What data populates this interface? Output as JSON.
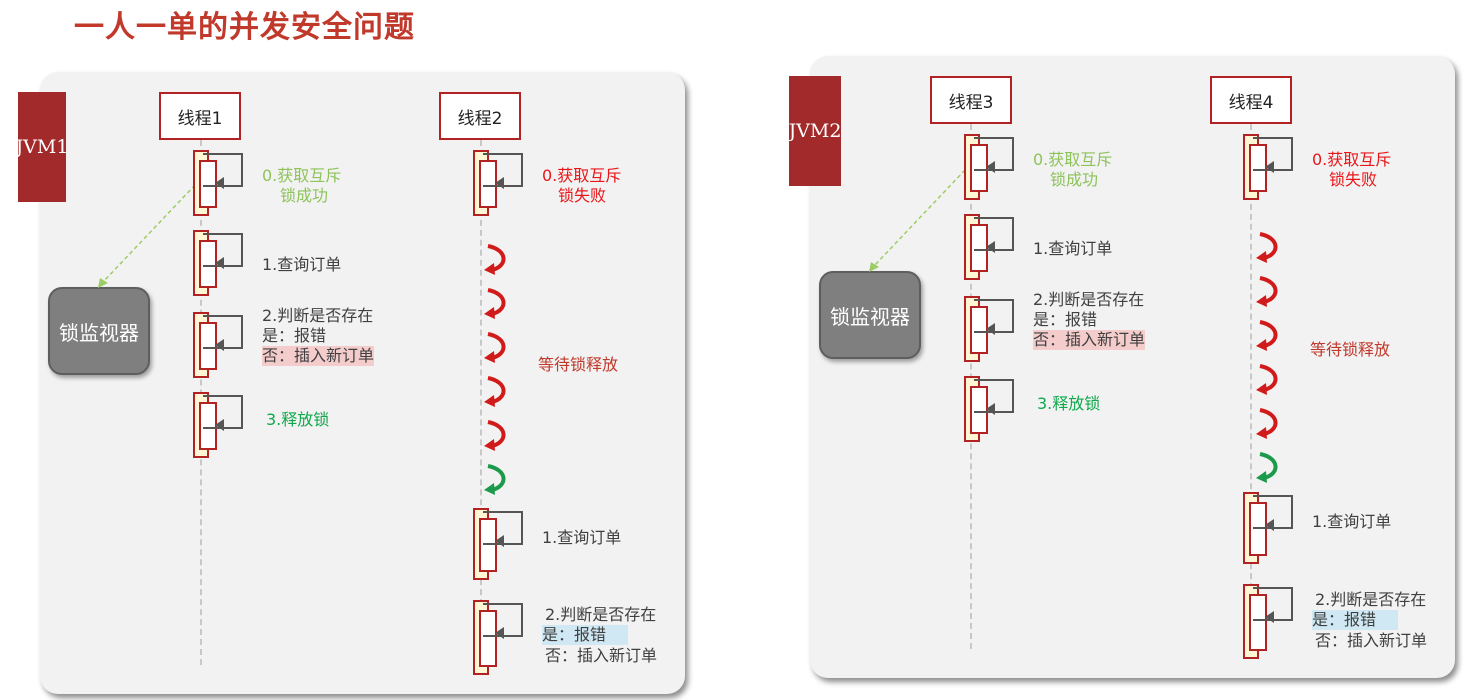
{
  "title": "一人一单的并发安全问题",
  "left": {
    "jvm": "JVM1",
    "monitor": "锁监视器",
    "thread_a": {
      "name": "线程1",
      "step0": [
        "0.获取互斥",
        "锁成功"
      ],
      "step1": "1.查询订单",
      "step2": [
        "2.判断是否存在",
        "是：报错",
        "否：插入新订单"
      ],
      "step3": "3.释放锁"
    },
    "thread_b": {
      "name": "线程2",
      "step0": [
        "0.获取互斥",
        "锁失败"
      ],
      "wait": "等待锁释放",
      "step1": "1.查询订单",
      "step2": [
        "2.判断是否存在",
        "是：报错",
        "否：插入新订单"
      ]
    }
  },
  "right": {
    "jvm": "JVM2",
    "monitor": "锁监视器",
    "thread_a": {
      "name": "线程3",
      "step0": [
        "0.获取互斥",
        "锁成功"
      ],
      "step1": "1.查询订单",
      "step2": [
        "2.判断是否存在",
        "是：报错",
        "否：插入新订单"
      ],
      "step3": "3.释放锁"
    },
    "thread_b": {
      "name": "线程4",
      "step0": [
        "0.获取互斥",
        "锁失败"
      ],
      "wait": "等待锁释放",
      "step1": "1.查询订单",
      "step2": [
        "2.判断是否存在",
        "是：报错",
        "否：插入新订单"
      ]
    }
  },
  "colors": {
    "accent_red": "#b22222",
    "jvm_bg": "#a32a2a",
    "success_green": "#8dc35a",
    "release_green": "#10a84c",
    "fail_red": "#e8161a",
    "wait_arrow_red": "#d11a1a",
    "wait_arrow_green": "#1a9a4a",
    "monitor_gray": "#7f7f7f",
    "panel_bg": "#f2f2f2"
  }
}
